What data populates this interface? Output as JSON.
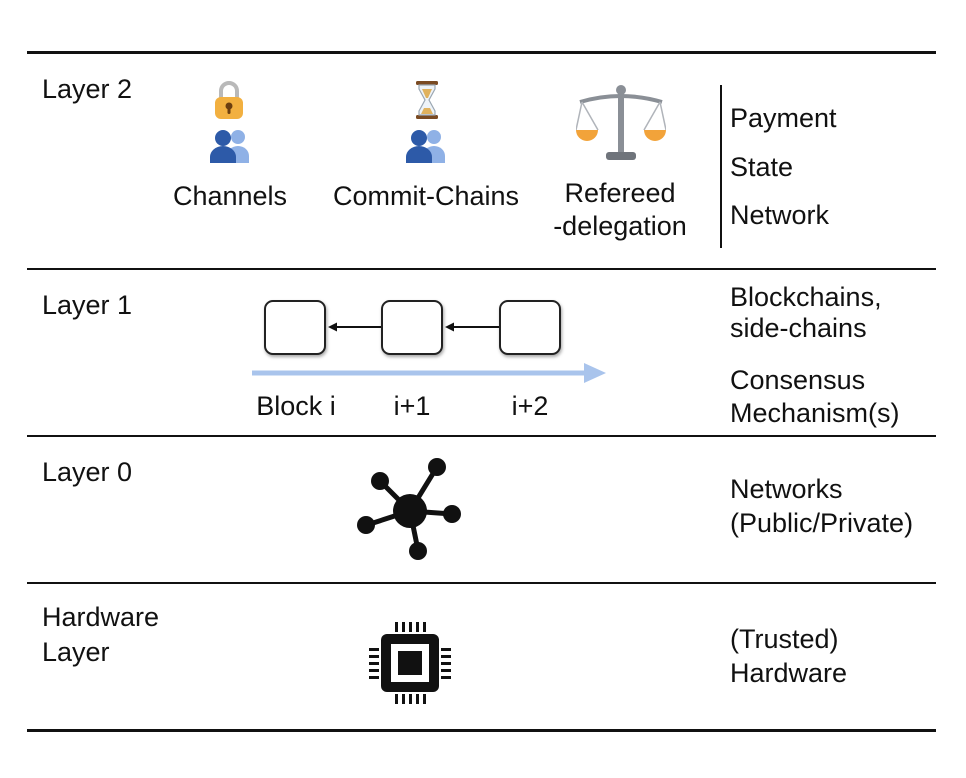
{
  "layers": {
    "layer2": {
      "label": "Layer 2",
      "items": [
        {
          "label": "Channels"
        },
        {
          "label": "Commit-Chains"
        },
        {
          "label_line1": "Refereed",
          "label_line2": "-delegation"
        }
      ],
      "right": [
        "Payment",
        "State",
        "Network"
      ]
    },
    "layer1": {
      "label": "Layer 1",
      "blocks": [
        "Block i",
        "i+1",
        "i+2"
      ],
      "right_line1": [
        "Blockchains,",
        "side-chains"
      ],
      "right_line2": [
        "Consensus",
        "Mechanism(s)"
      ]
    },
    "layer0": {
      "label": "Layer 0",
      "right": [
        "Networks",
        "(Public/Private)"
      ]
    },
    "hardware": {
      "label": [
        "Hardware",
        "Layer"
      ],
      "right": [
        "(Trusted)",
        "Hardware"
      ]
    }
  },
  "icons": {
    "channels": [
      "lock-icon",
      "users-icon"
    ],
    "commit_chains": [
      "hourglass-icon",
      "users-icon"
    ],
    "refereed": "scales-icon",
    "layer0": "network-hub-icon",
    "hardware": "chip-icon"
  },
  "colors": {
    "arrow": "#a9c4ec",
    "user_dark": "#2d5aa8",
    "user_light": "#8fb1e6",
    "lock": "#f2b040",
    "scales": "#f2a33a"
  }
}
